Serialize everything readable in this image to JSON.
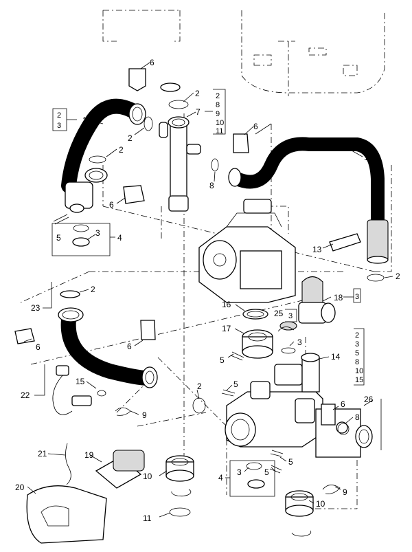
{
  "callouts": [
    {
      "id": "c1",
      "text": "1"
    },
    {
      "id": "c2a",
      "text": "2"
    },
    {
      "id": "c2b",
      "text": "2"
    },
    {
      "id": "c2c",
      "text": "2"
    },
    {
      "id": "c2d",
      "text": "2"
    },
    {
      "id": "c2e",
      "text": "2"
    },
    {
      "id": "c2f",
      "text": "2"
    },
    {
      "id": "c3a",
      "text": "3"
    },
    {
      "id": "c3b",
      "text": "3"
    },
    {
      "id": "c3c",
      "text": "3"
    },
    {
      "id": "c4a",
      "text": "4"
    },
    {
      "id": "c4b",
      "text": "4"
    },
    {
      "id": "c5a",
      "text": "5"
    },
    {
      "id": "c5b",
      "text": "5"
    },
    {
      "id": "c5c",
      "text": "5"
    },
    {
      "id": "c5d",
      "text": "5"
    },
    {
      "id": "c5e",
      "text": "5"
    },
    {
      "id": "c6a",
      "text": "6"
    },
    {
      "id": "c6b",
      "text": "6"
    },
    {
      "id": "c6c",
      "text": "6"
    },
    {
      "id": "c6d",
      "text": "6"
    },
    {
      "id": "c6e",
      "text": "6"
    },
    {
      "id": "c6f",
      "text": "6"
    },
    {
      "id": "c7",
      "text": "7"
    },
    {
      "id": "c8a",
      "text": "8"
    },
    {
      "id": "c8b",
      "text": "8"
    },
    {
      "id": "c9a",
      "text": "9"
    },
    {
      "id": "c9b",
      "text": "9"
    },
    {
      "id": "c10a",
      "text": "10"
    },
    {
      "id": "c10b",
      "text": "10"
    },
    {
      "id": "c11",
      "text": "11"
    },
    {
      "id": "c12",
      "text": "12"
    },
    {
      "id": "c13",
      "text": "13"
    },
    {
      "id": "c14",
      "text": "14"
    },
    {
      "id": "c15",
      "text": "15"
    },
    {
      "id": "c16",
      "text": "16"
    },
    {
      "id": "c17",
      "text": "17"
    },
    {
      "id": "c18",
      "text": "18"
    },
    {
      "id": "c19",
      "text": "19"
    },
    {
      "id": "c20",
      "text": "20"
    },
    {
      "id": "c21",
      "text": "21"
    },
    {
      "id": "c22",
      "text": "22"
    },
    {
      "id": "c23",
      "text": "23"
    },
    {
      "id": "c25",
      "text": "25"
    },
    {
      "id": "c26",
      "text": "26"
    }
  ],
  "boxes": [
    {
      "id": "b1",
      "items": [
        "2",
        "3"
      ]
    },
    {
      "id": "b7",
      "items": [
        "2",
        "8",
        "9",
        "10",
        "11"
      ]
    },
    {
      "id": "b18",
      "items": [
        "3"
      ]
    },
    {
      "id": "b25",
      "items": [
        "3"
      ]
    },
    {
      "id": "b14",
      "items": [
        "2",
        "3",
        "5",
        "8",
        "10",
        "15"
      ]
    }
  ]
}
